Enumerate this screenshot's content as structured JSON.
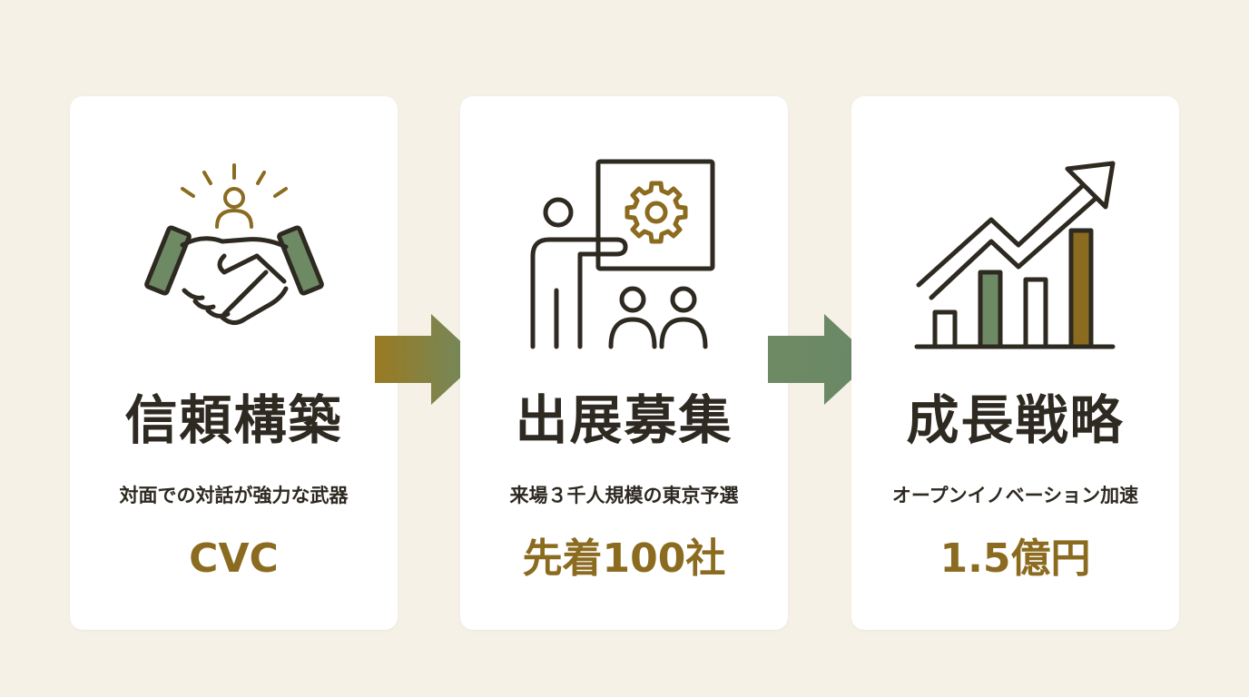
{
  "colors": {
    "background": "#f5f1e6",
    "card": "#ffffff",
    "ink": "#2e2a22",
    "gold": "#8b6b1f",
    "green": "#6e8a64"
  },
  "steps": [
    {
      "icon": "handshake-icon",
      "title": "信頼構築",
      "subtitle": "対面での対話が強力な武器",
      "highlight": "CVC"
    },
    {
      "icon": "presentation-icon",
      "title": "出展募集",
      "subtitle": "来場３千人規模の東京予選",
      "highlight": "先着100社"
    },
    {
      "icon": "growth-chart-icon",
      "title": "成長戦略",
      "subtitle": "オープンイノベーション加速",
      "highlight": "1.5億円"
    }
  ],
  "arrows": [
    "arrow-right-icon",
    "arrow-right-icon"
  ]
}
